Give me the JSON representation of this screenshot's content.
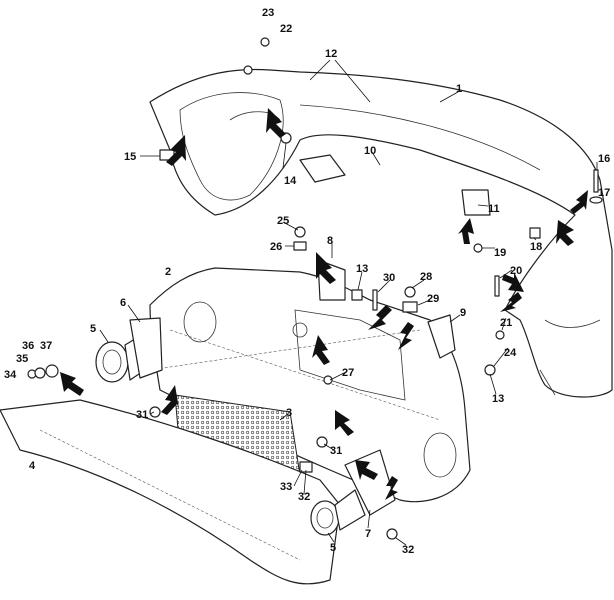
{
  "diagram": {
    "type": "exploded-parts-diagram",
    "callouts": [
      "23",
      "22",
      "12",
      "1",
      "15",
      "14",
      "10",
      "16",
      "17",
      "11",
      "19",
      "18",
      "25",
      "26",
      "8",
      "2",
      "13",
      "30",
      "28",
      "20",
      "6",
      "29",
      "9",
      "5",
      "21",
      "36",
      "37",
      "35",
      "34",
      "27",
      "24",
      "13",
      "3",
      "31",
      "4",
      "31",
      "33",
      "32",
      "7",
      "5",
      "32"
    ]
  }
}
